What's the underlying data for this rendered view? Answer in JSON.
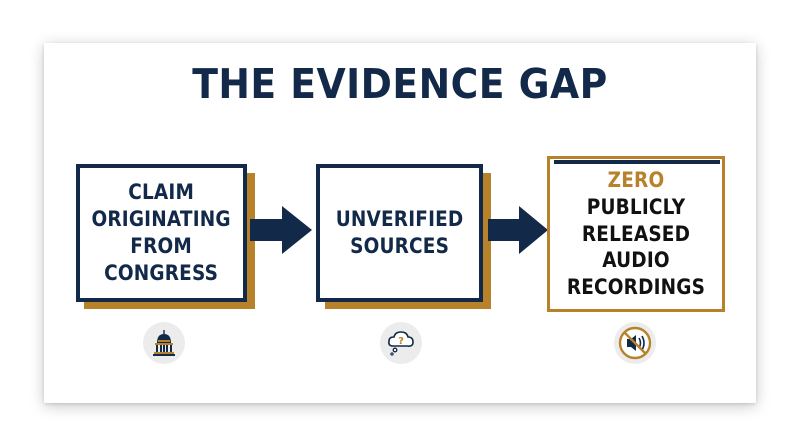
{
  "title": "THE EVIDENCE GAP",
  "steps": [
    {
      "lines": [
        "CLAIM",
        "ORIGINATING",
        "FROM",
        "CONGRESS"
      ],
      "icon": "capitol-icon"
    },
    {
      "lines": [
        "UNVERIFIED",
        "SOURCES"
      ],
      "icon": "thought-question-icon"
    },
    {
      "highlight": "ZERO",
      "first_rest": " PUBLICLY",
      "lines": [
        "RELEASED",
        "AUDIO",
        "RECORDINGS"
      ],
      "icon": "muted-speaker-icon"
    }
  ],
  "colors": {
    "navy": "#12294a",
    "gold": "#b8822a"
  }
}
